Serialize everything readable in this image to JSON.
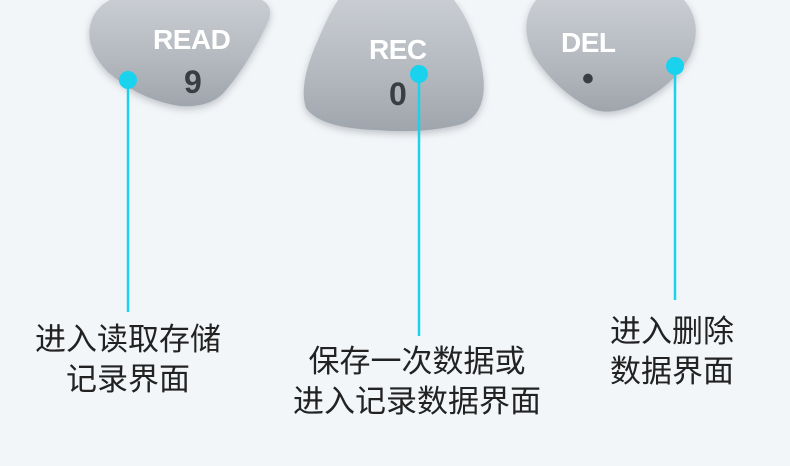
{
  "accent_color": "#19d3ee",
  "buttons": [
    {
      "label": "READ",
      "value": "9",
      "description_lines": [
        "进入读取存储",
        "记录界面"
      ]
    },
    {
      "label": "REC",
      "value": "0",
      "description_lines": [
        "保存一次数据或",
        "进入记录数据界面"
      ]
    },
    {
      "label": "DEL",
      "value": "•",
      "description_lines": [
        "进入删除",
        "数据界面"
      ]
    }
  ]
}
